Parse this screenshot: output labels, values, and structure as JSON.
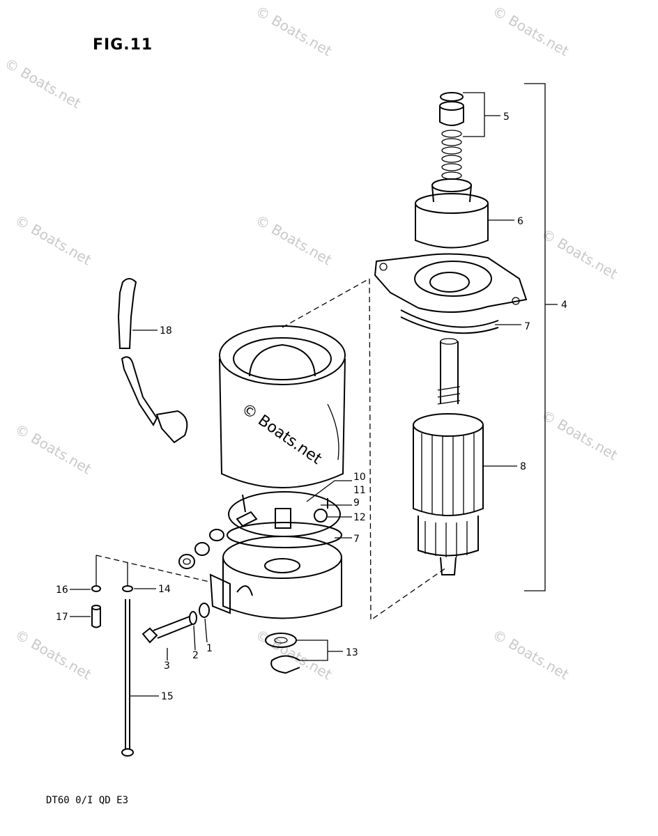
{
  "figure": {
    "title": "FIG.11",
    "model_code": "DT60 0/I QD E3"
  },
  "watermark": "© Boats.net",
  "callouts": [
    "1",
    "2",
    "3",
    "4",
    "5",
    "6",
    "7",
    "7",
    "8",
    "9",
    "10",
    "11",
    "12",
    "13",
    "14",
    "15",
    "16",
    "17",
    "18"
  ]
}
